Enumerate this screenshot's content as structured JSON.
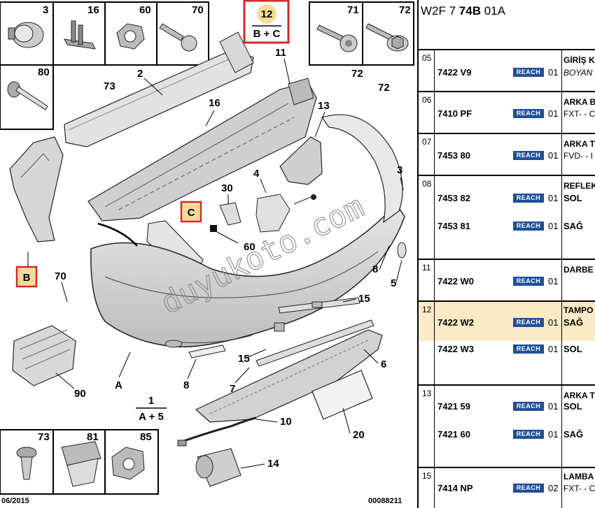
{
  "diagram": {
    "top_parts": [
      {
        "ref": "3"
      },
      {
        "ref": "16"
      },
      {
        "ref": "60"
      },
      {
        "ref": "70"
      },
      {
        "ref": "80"
      }
    ],
    "top_box": {
      "ref": "12",
      "formula": "B + C"
    },
    "right_parts": [
      {
        "ref": "71"
      },
      {
        "ref": "72"
      }
    ],
    "bottom_parts": [
      {
        "ref": "73"
      },
      {
        "ref": "81"
      },
      {
        "ref": "85"
      }
    ],
    "callouts": [
      "2",
      "73",
      "11",
      "72",
      "72",
      "16",
      "13",
      "4",
      "3",
      "30",
      "60",
      "8",
      "5",
      "70",
      "15",
      "15",
      "6",
      "A",
      "8",
      "7",
      "90",
      "10",
      "20",
      "14"
    ],
    "box_b": "B",
    "box_c": "C",
    "group_label": {
      "number": "1",
      "formula": "A + 5"
    },
    "date": "06/2015",
    "drawing_code": "00088211",
    "watermark": "duyukoto.com"
  },
  "parts_panel": {
    "header_prefix": "W2F 7 ",
    "header_bold": "74B",
    "header_suffix": " 01A",
    "reach_badge": "REACH",
    "rows": [
      {
        "seq": "05",
        "desc_bold": "GİRİŞ K",
        "desc_italic": "BOYAN",
        "lines": [
          {
            "pn": "7422 V9",
            "qty": "01"
          }
        ]
      },
      {
        "seq": "06",
        "desc_bold": "ARKA B",
        "lines": [
          {
            "pn": "7410 PF",
            "qty": "01",
            "label": "FXT- - C"
          }
        ]
      },
      {
        "seq": "07",
        "desc_bold": "ARKA T",
        "lines": [
          {
            "pn": "7453 80",
            "qty": "01",
            "label": "FVD- - I"
          }
        ]
      },
      {
        "seq": "08",
        "desc_bold": "REFLEK",
        "lines": [
          {
            "pn": "7453 82",
            "qty": "01",
            "label": "SOL"
          },
          {
            "pn": "7453 81",
            "qty": "01",
            "label": "SAĞ"
          }
        ]
      },
      {
        "seq": "11",
        "desc_bold": "DARBE",
        "lines": [
          {
            "pn": "7422 W0",
            "qty": "01"
          }
        ]
      },
      {
        "seq": "12",
        "desc_bold": "TAMPO",
        "lines": [
          {
            "pn": "7422 W2",
            "qty": "01",
            "label": "SAĞ"
          },
          {
            "pn": "7422 W3",
            "qty": "01",
            "label": "SOL"
          }
        ],
        "highlight": true
      },
      {
        "seq": "13",
        "desc_bold": "ARKA T",
        "lines": [
          {
            "pn": "7421 59",
            "qty": "01",
            "label": "SOL"
          },
          {
            "pn": "7421 60",
            "qty": "01",
            "label": "SAĞ"
          }
        ]
      },
      {
        "seq": "15",
        "desc_bold": "LAMBA",
        "lines": [
          {
            "pn": "7414 NP",
            "qty": "02",
            "label": "FXT- - C"
          }
        ]
      }
    ]
  },
  "colors": {
    "highlight_row": "#fce9c6",
    "reach_badge": "#1e4f9c",
    "callout_box": "#d42a2a",
    "callout_fill": "#f6dc9a"
  }
}
